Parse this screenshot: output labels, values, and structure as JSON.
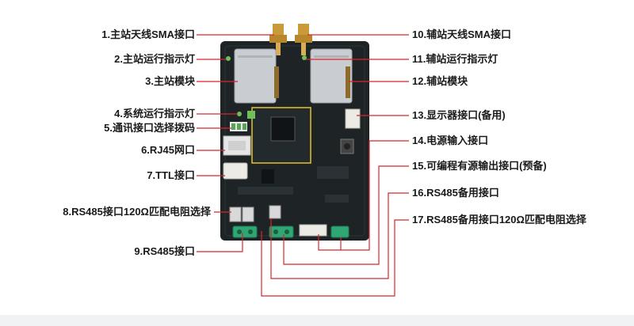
{
  "labels": {
    "left": [
      "1.主站天线SMA接口",
      "2.主站运行指示灯",
      "3.主站模块",
      "4.系统运行指示灯",
      "5.通讯接口选择拨码",
      "6.RJ45网口",
      "7.TTL接口",
      "8.RS485接口120Ω匹配电阻选择",
      "9.RS485接口"
    ],
    "right": [
      "10.辅站天线SMA接口",
      "11.辅站运行指示灯",
      "12.辅站模块",
      "13.显示器接口(备用)",
      "14.电源输入接口",
      "15.可编程有源输出接口(预备)",
      "16.RS485备用接口",
      "17.RS485备用接口120Ω匹配电阻选择"
    ]
  },
  "colors": {
    "leader_line": "#d8262e",
    "pcb": "#1e2426",
    "module": "#c9ccd0",
    "terminal": "#2fa774",
    "antenna": "#c99a3a"
  }
}
